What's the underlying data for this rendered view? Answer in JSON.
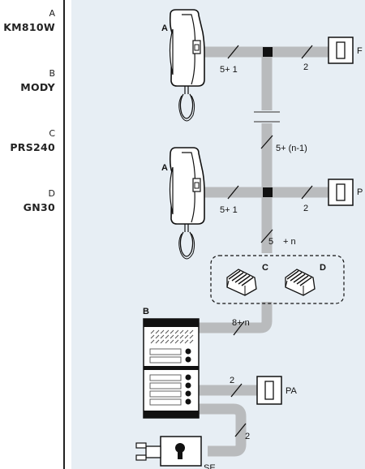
{
  "legend": [
    {
      "letter": "A",
      "model": "KM810W"
    },
    {
      "letter": "B",
      "model": "MODY"
    },
    {
      "letter": "C",
      "model": "PRS240"
    },
    {
      "letter": "D",
      "model": "GN30"
    }
  ],
  "diagram": {
    "handset_top_letter": "A",
    "handset_bottom_letter": "A",
    "wire_top_handset": "5+ 1",
    "wire_top_button": "2",
    "button_top_letter": "F",
    "wire_riser_upper": "5+ (n-1)",
    "wire_mid_handset": "5+ 1",
    "wire_mid_button": "2",
    "button_mid_letter": "P",
    "wire_riser_lower_a": "5",
    "wire_riser_lower_b": "+ n",
    "module_c_letter": "C",
    "module_d_letter": "D",
    "panel_letter": "B",
    "wire_panel": "8+ n",
    "wire_pa": "2",
    "button_pa_letter": "PA",
    "wire_lock": "2",
    "lock_letter": "SE"
  },
  "colors": {
    "wire": "#b9bbbd",
    "node": "#111111",
    "panel_bg": "#e7eef4"
  }
}
